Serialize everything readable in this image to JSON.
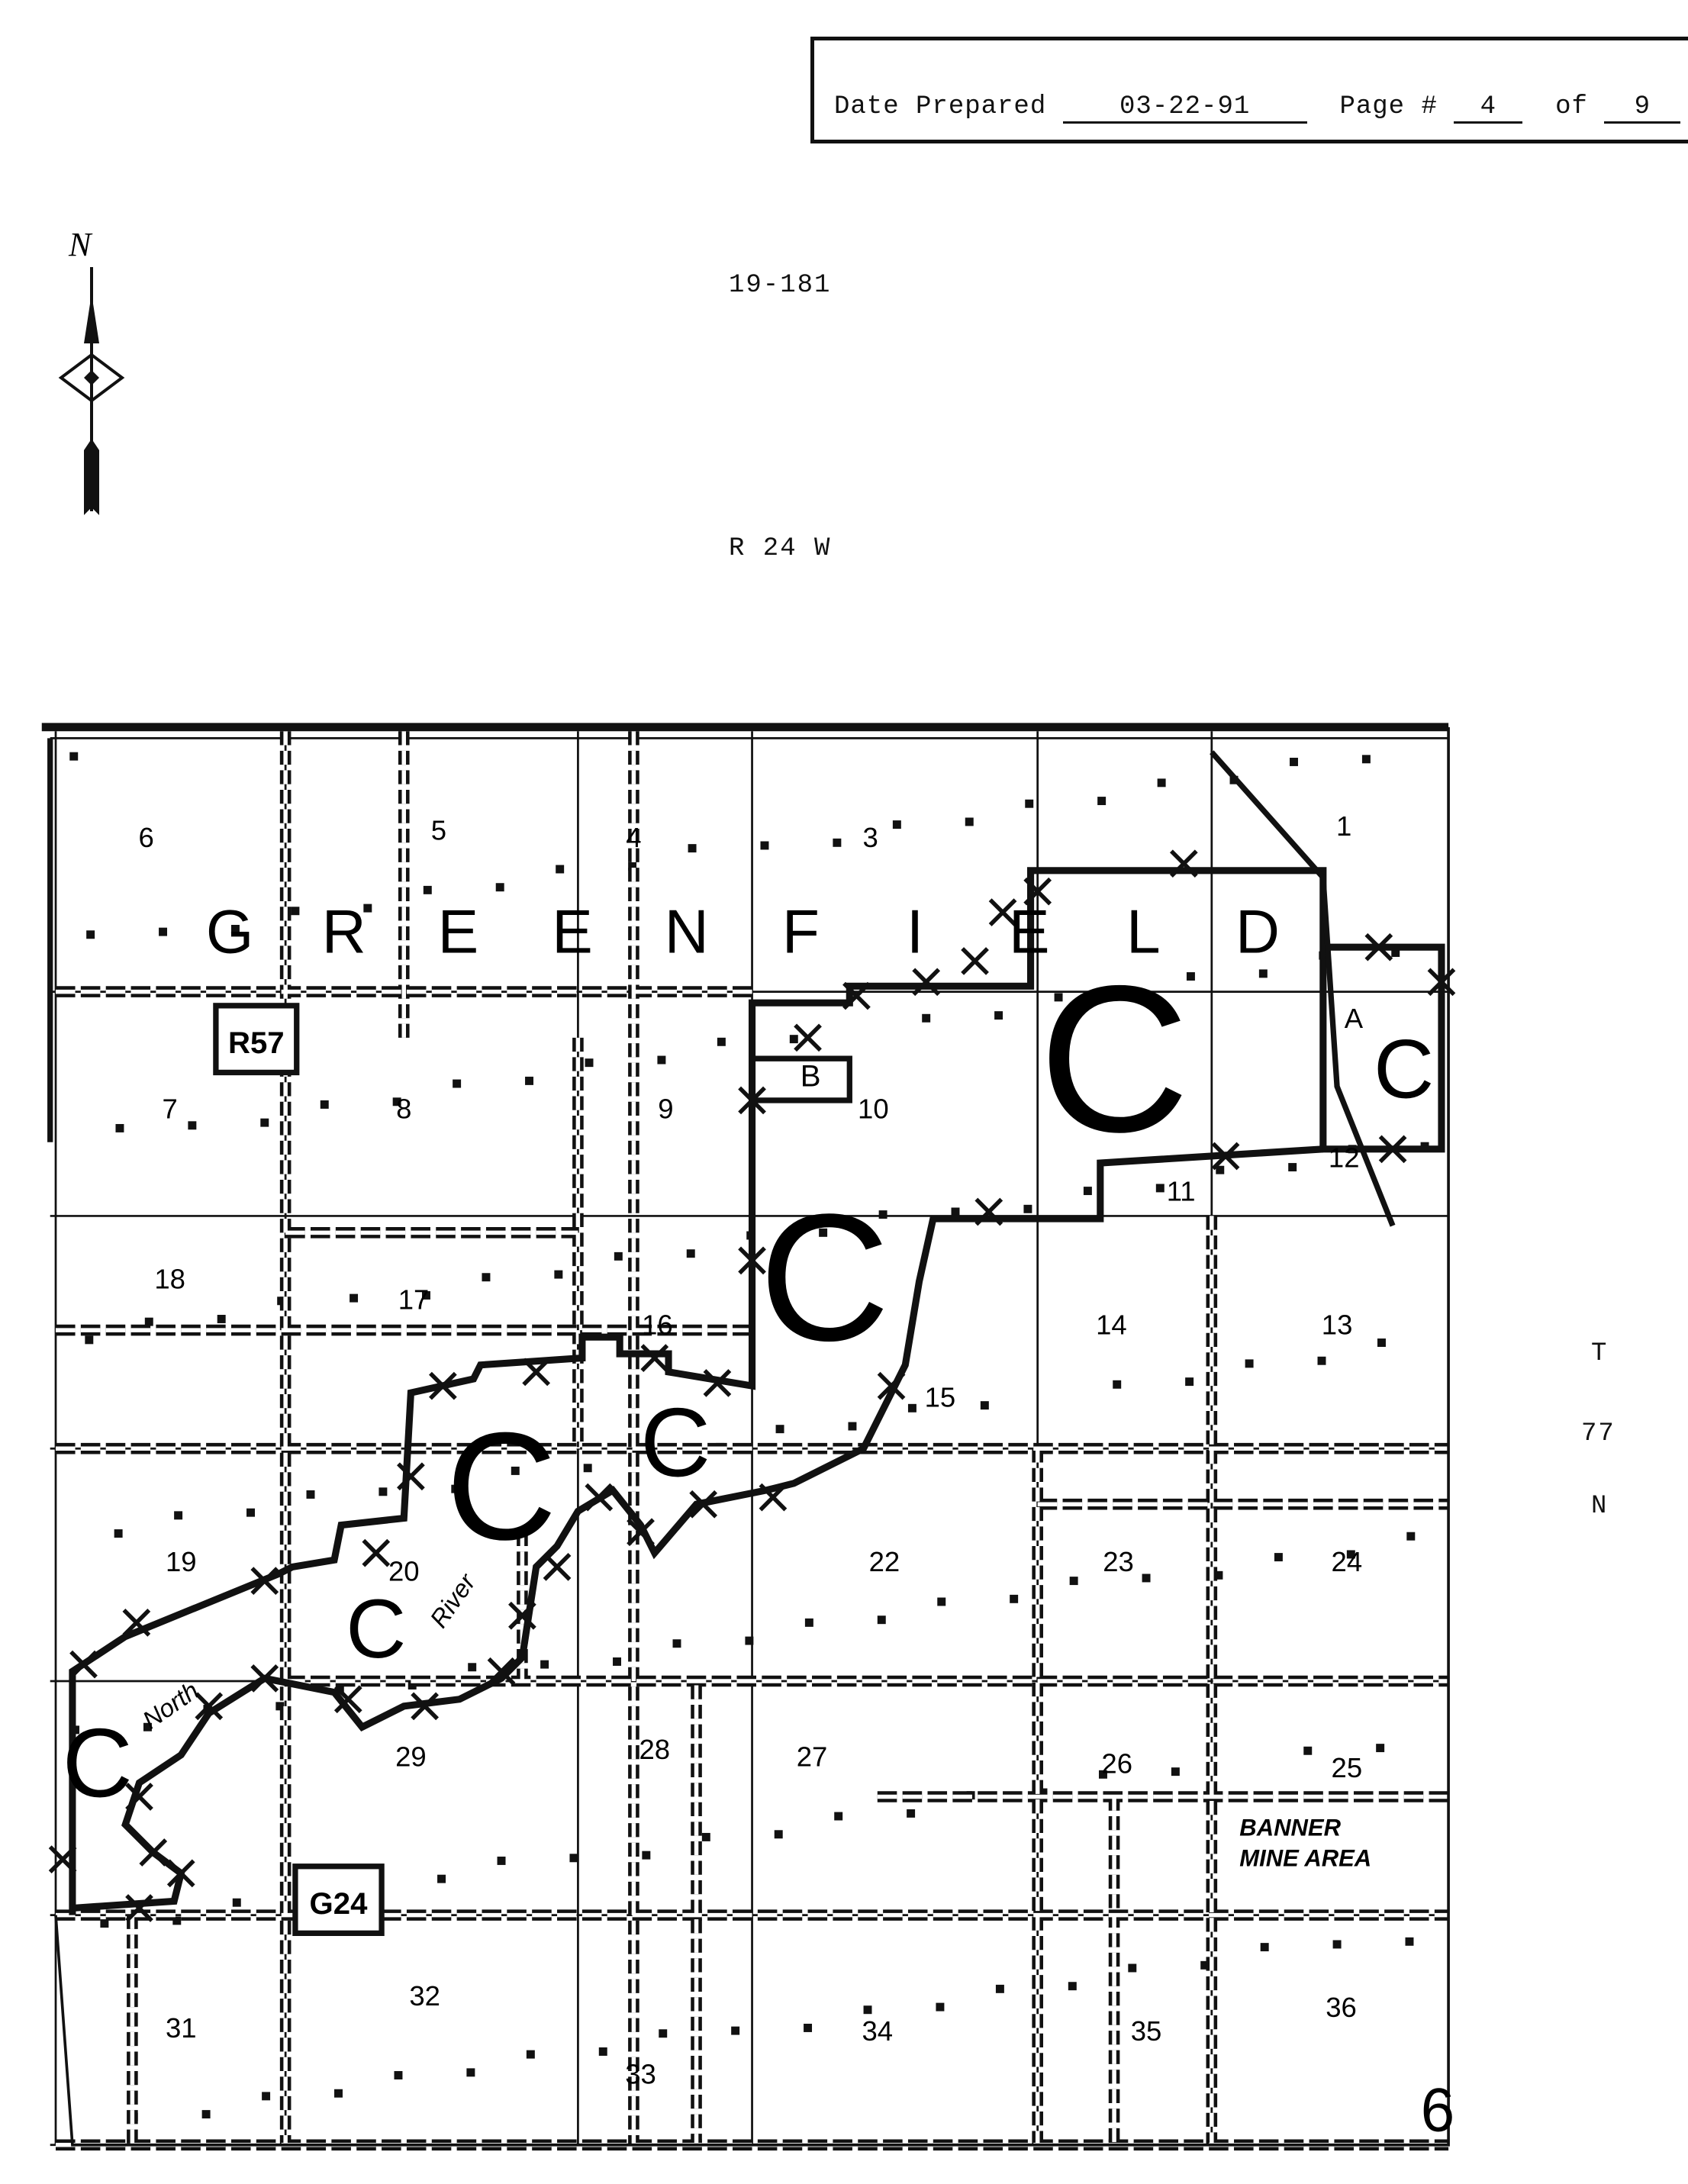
{
  "header": {
    "date_label": "Date Prepared",
    "date_value": "03-22-91",
    "page_label": "Page #",
    "page_value": "4",
    "of_label": "of",
    "total_value": "9"
  },
  "map_id": "19-181",
  "range": "R 24 W",
  "township": {
    "t": "T",
    "num": "77",
    "n": "N"
  },
  "compass": {
    "north": "N"
  },
  "township_name": [
    "G",
    "R",
    "E",
    "E",
    "N",
    "F",
    "I",
    "E",
    "L",
    "D"
  ],
  "route_labels": [
    "R57",
    "G24"
  ],
  "river_labels": [
    "North",
    "River"
  ],
  "area_label": {
    "line1": "BANNER",
    "line2": "MINE AREA"
  },
  "zone_labels": [
    "C",
    "C",
    "C",
    "C",
    "C",
    "C",
    "C",
    "B",
    "A"
  ],
  "sections": [
    "1",
    "3",
    "4",
    "5",
    "6",
    "7",
    "8",
    "9",
    "10",
    "11",
    "12",
    "13",
    "14",
    "15",
    "16",
    "17",
    "18",
    "19",
    "20",
    "22",
    "23",
    "24",
    "25",
    "26",
    "27",
    "28",
    "29",
    "31",
    "32",
    "33",
    "34",
    "35",
    "36"
  ],
  "highway_shield": "6"
}
